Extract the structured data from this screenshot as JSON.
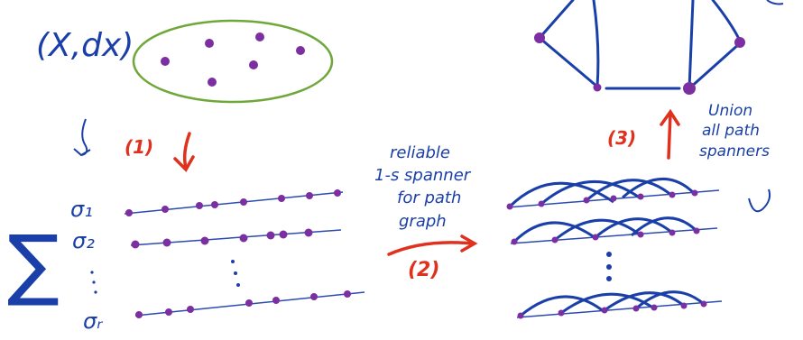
{
  "colors": {
    "ink_blue": "#1a3fa8",
    "ink_red": "#e0301e",
    "ink_green": "#6fa83a",
    "point_purple": "#7b2fa0",
    "line_blue": "#2b4bb0"
  },
  "metric_space": {
    "label": "(X,dx)"
  },
  "steps": {
    "step1": "(1)",
    "step2": "(2)",
    "step3": "(3)"
  },
  "step2_caption": [
    "reliable",
    "1-s spanner",
    "for path",
    "graph"
  ],
  "step3_caption": [
    "Union",
    "all path",
    "spanners"
  ],
  "orderings": {
    "sum_symbol": "∑",
    "labels": [
      "σ₁",
      "σ₂",
      "σᵣ"
    ]
  }
}
